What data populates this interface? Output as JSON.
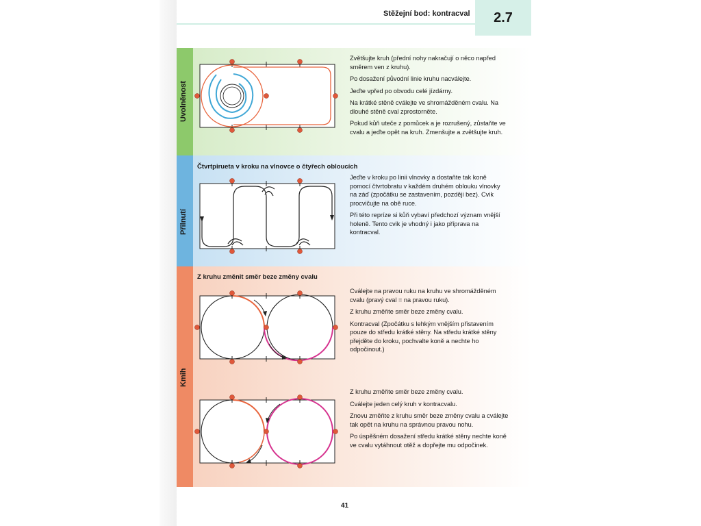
{
  "header": {
    "title": "Stěžejní bod: kontracval",
    "chapter": "2.7"
  },
  "sections": {
    "uvolnenost": {
      "label": "Uvolněnost",
      "paragraphs": [
        "Zvětšujte kruh (přední nohy nakračují o něco napřed směrem ven z kruhu).",
        "Po dosažení původní linie kruhu nacválejte.",
        "Jeďte vpřed po obvodu celé jízdárny.",
        "Na krátké stěně cválejte ve shromážděném cvalu. Na dlouhé stěně cval zprostorněte.",
        "Pokud kůň uteče z pomůcek a je rozrušený, zůstaňte ve cvalu a jeďte opět na kruh. Zmenšujte a zvětšujte kruh."
      ]
    },
    "prilnuti": {
      "label": "Přilnutí",
      "heading": "Čtvrtpirueta v kroku na vlnovce o čtyřech obloucích",
      "paragraphs": [
        "Jeďte v kroku po linii vlnovky a dostaňte tak koně pomocí čtvrtobratu v každém druhém oblouku vlnovky na záď (zpočátku se zastavením, později bez). Cvik procvičujte na obě ruce.",
        "Při této repríze si kůň vybaví předchozí význam vnější holeně. Tento cvik je vhodný i jako příprava na kontracval."
      ]
    },
    "kmih": {
      "label": "Kmih",
      "heading": "Z kruhu změnit směr beze změny cvalu",
      "paragraphs_a": [
        "Cválejte na pravou ruku na kruhu ve shromážděném cvalu (pravý cval = na pravou ruku).",
        "Z kruhu změňte směr beze změny cvalu.",
        "Kontracval (Zpočátku s lehkým vnějším přistavením pouze do středu krátké stěny. Na středu krátké stěny přejděte do kroku, pochvalte koně a nechte ho odpočinout.)"
      ],
      "paragraphs_b": [
        "Z kruhu změňte směr beze změny cvalu.",
        "Cválejte jeden celý kruh v kontracvalu.",
        "Znovu změňte z kruhu směr beze změny cvalu a cválejte tak opět na kruhu na správnou pravou nohu.",
        "Po úspěšném dosažení středu krátké stěny nechte koně ve cvalu vytáhnout otěž a dopřejte mu odpočinek."
      ]
    }
  },
  "page_number": "41",
  "colors": {
    "green": "#8dc96b",
    "blue": "#6eb4df",
    "orange": "#ef8a64",
    "marker": "#e0583a",
    "track_orange": "#e8643c",
    "track_magenta": "#d6338f",
    "swirl": "#3fa7d6"
  }
}
